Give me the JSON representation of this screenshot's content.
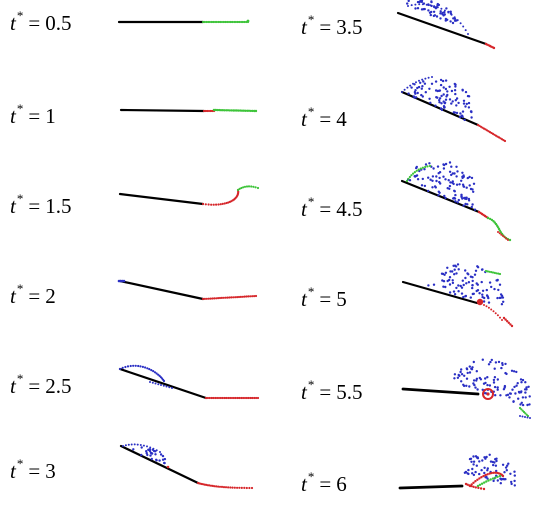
{
  "labels": {
    "symbol": "t",
    "star": "*",
    "equals": "=",
    "frames": [
      "0.5",
      "1",
      "1.5",
      "2",
      "2.5",
      "3",
      "3.5",
      "4",
      "4.5",
      "5",
      "5.5",
      "6"
    ]
  },
  "colors": {
    "fiber": "#000000",
    "blue_particles": "#2a2fc4",
    "red_particles": "#d6262a",
    "green_particles": "#3ec43a"
  }
}
